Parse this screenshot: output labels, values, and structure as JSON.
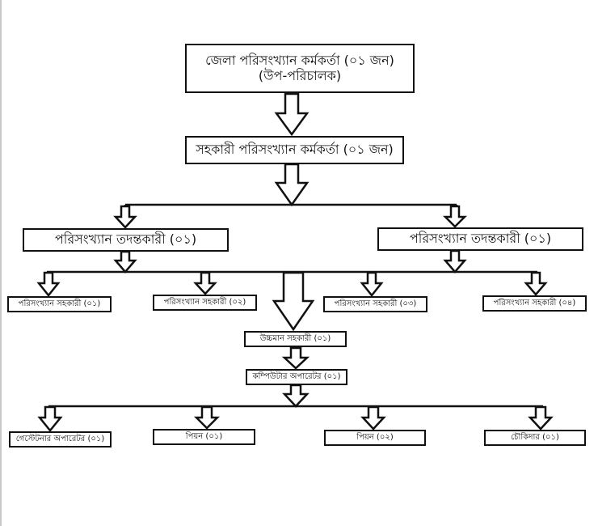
{
  "colors": {
    "line": "#111111",
    "background": "#ffffff",
    "edge": "#c8c8c8"
  },
  "nodes": {
    "district_officer": {
      "line1": "জেলা পরিসংখ্যান কর্মকর্তা (০১ জন)",
      "line2": "(উপ-পরিচালক)"
    },
    "assistant_officer": {
      "label": "সহকারী পরিসংখ্যান কর্মকর্তা (০১ জন)"
    },
    "investigator_left": {
      "label": "পরিসংখ্যান তদন্তকারী (০১)"
    },
    "investigator_right": {
      "label": "পরিসংখ্যান তদন্তকারী (০১)"
    },
    "stat_assistants": [
      {
        "label": "পরিসংখ্যান সহকারী (০১)"
      },
      {
        "label": "পরিসংখ্যান সহকারী (০২)"
      },
      {
        "label": "পরিসংখ্যান সহকারী (০৩)"
      },
      {
        "label": "পরিসংখ্যান সহকারী (০৪)"
      }
    ],
    "upper_division_assistant": {
      "label": "উচ্চমান সহকারী (০১)"
    },
    "computer_operator": {
      "label": "কম্পিউটার অপারেটর (০১)"
    },
    "bottom_row": [
      {
        "label": "গেস্টেটনার অপারেটর (০১)"
      },
      {
        "label": "পিয়ন (০১)"
      },
      {
        "label": "পিয়ন (০২)"
      },
      {
        "label": "চৌকিদার (০১)"
      }
    ]
  }
}
